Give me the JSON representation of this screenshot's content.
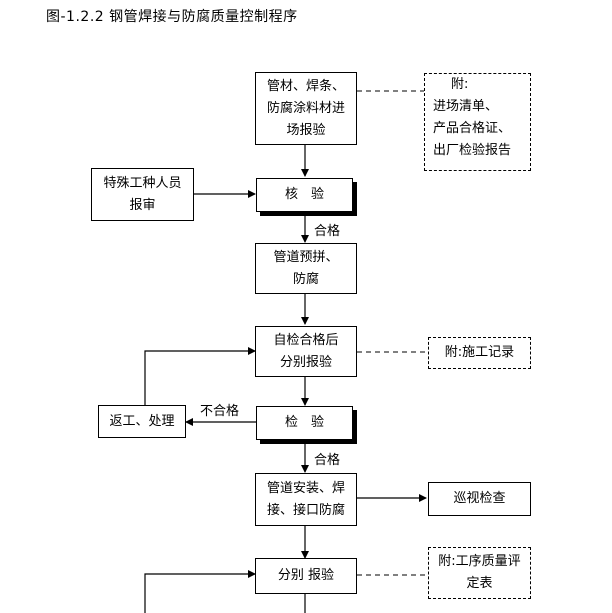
{
  "title": "图-1.2.2 钢管焊接与防腐质量控制程序",
  "nodes": {
    "materials": [
      "管材、焊条、",
      "防腐涂料材进",
      "场报验"
    ],
    "attach1": [
      "附:",
      "进场清单、",
      "产品合格证、",
      "出厂检验报告"
    ],
    "special": [
      "特殊工种人员",
      "报审"
    ],
    "verify": "核　验",
    "prefab": [
      "管道预拼、",
      "防腐"
    ],
    "selfcheck": [
      "自检合格后",
      "分别报验"
    ],
    "attach2": "附:施工记录",
    "rework": "返工、处理",
    "inspect": "检　验",
    "install": [
      "管道安装、焊",
      "接、接口防腐"
    ],
    "patrol": "巡视检查",
    "report": "分别 报验",
    "attach3": [
      "附:工序质量评",
      "定表"
    ]
  },
  "edge_labels": {
    "pass1": "合格",
    "fail": "不合格",
    "pass2": "合格"
  }
}
